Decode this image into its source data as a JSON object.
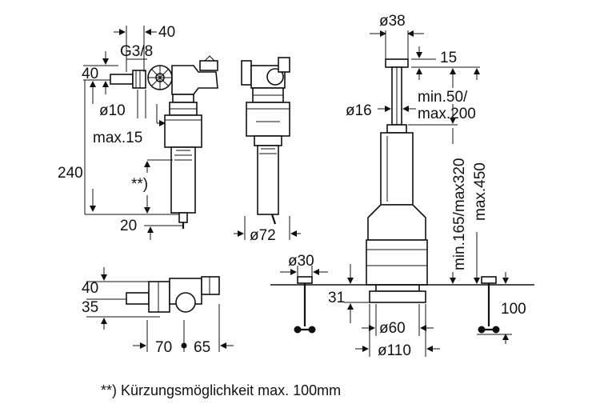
{
  "labels": {
    "d38": "ø38",
    "d40_top": "40",
    "g38": "G3/8",
    "d40_left": "40",
    "d15": "15",
    "d10": "ø10",
    "d16": "ø16",
    "min50": "min.50/",
    "max200": "max.200",
    "max15": "max.15",
    "d240": "240",
    "star": "**)",
    "d20": "20",
    "d72": "ø72",
    "min165": "min.165/max320",
    "max450": "max.450",
    "d30": "ø30",
    "d40_bottom": "40",
    "d35": "35",
    "d31": "31",
    "d100": "100",
    "d60": "ø60",
    "d110": "ø110",
    "d70": "70",
    "d65": "65"
  },
  "footnote": "**) Kürzungsmöglichkeit max. 100mm"
}
